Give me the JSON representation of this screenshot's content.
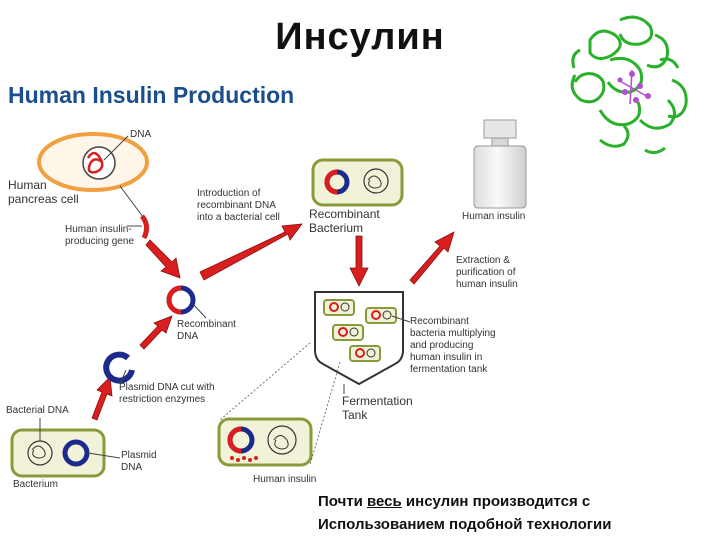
{
  "slide_title": "Инсулин",
  "diagram_title": "Human Insulin Production",
  "labels": {
    "dna": "DNA",
    "human_pancreas_cell": "Human\npancreas cell",
    "human_insulin_gene": "Human insulin-\nproducing gene",
    "introduction": "Introduction of\nrecombinant DNA\ninto a bacterial cell",
    "recombinant_bacterium": "Recombinant\nBacterium",
    "human_insulin_top": "Human insulin",
    "extraction": "Extraction &\npurification of\nhuman insulin",
    "recombinant_dna": "Recombinant\nDNA",
    "multiplying": "Recombinant\nbacteria multiplying\nand producing\nhuman insulin in\nfermentation tank",
    "fermentation_tank": "Fermentation\nTank",
    "plasmid_cut": "Plasmid DNA cut with\nrestriction enzymes",
    "bacterial_dna": "Bacterial DNA",
    "plasmid_dna": "Plasmid\nDNA",
    "bacterium": "Bacterium",
    "human_insulin_bottom": "Human insulin"
  },
  "caption": {
    "line1_pre": "Почти ",
    "line1_underlined": "весь",
    "line1_post": " инсулин производится с",
    "line2": "Использованием подобной технологии"
  },
  "colors": {
    "arrow_red": "#d81e1e",
    "cell_green_border": "#8a9a3a",
    "cell_fill": "#f2f2d8",
    "plasmid_blue": "#1c2a8c",
    "pancreas_orange": "#f0a040",
    "protein_green": "#2bb02b",
    "title_blue": "#1a4f8c"
  }
}
